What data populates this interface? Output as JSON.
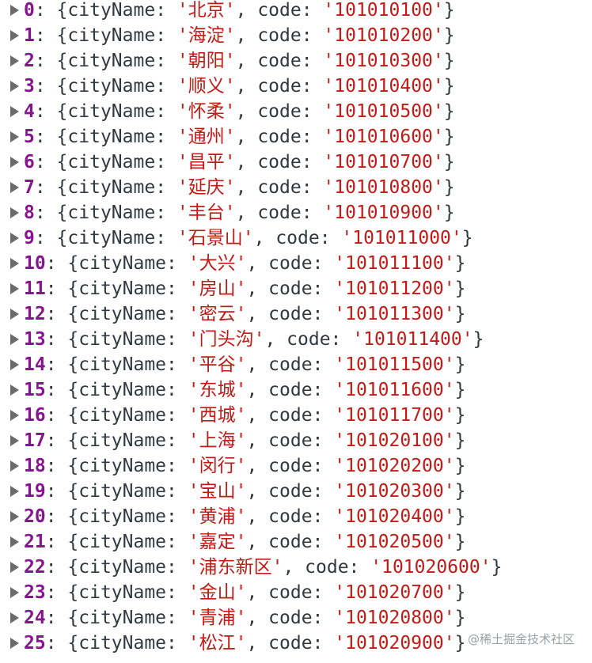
{
  "console": {
    "key_city": "cityName",
    "key_code": "code",
    "entries": [
      {
        "index": "0",
        "cityName": "北京",
        "code": "101010100"
      },
      {
        "index": "1",
        "cityName": "海淀",
        "code": "101010200"
      },
      {
        "index": "2",
        "cityName": "朝阳",
        "code": "101010300"
      },
      {
        "index": "3",
        "cityName": "顺义",
        "code": "101010400"
      },
      {
        "index": "4",
        "cityName": "怀柔",
        "code": "101010500"
      },
      {
        "index": "5",
        "cityName": "通州",
        "code": "101010600"
      },
      {
        "index": "6",
        "cityName": "昌平",
        "code": "101010700"
      },
      {
        "index": "7",
        "cityName": "延庆",
        "code": "101010800"
      },
      {
        "index": "8",
        "cityName": "丰台",
        "code": "101010900"
      },
      {
        "index": "9",
        "cityName": "石景山",
        "code": "101011000"
      },
      {
        "index": "10",
        "cityName": "大兴",
        "code": "101011100"
      },
      {
        "index": "11",
        "cityName": "房山",
        "code": "101011200"
      },
      {
        "index": "12",
        "cityName": "密云",
        "code": "101011300"
      },
      {
        "index": "13",
        "cityName": "门头沟",
        "code": "101011400"
      },
      {
        "index": "14",
        "cityName": "平谷",
        "code": "101011500"
      },
      {
        "index": "15",
        "cityName": "东城",
        "code": "101011600"
      },
      {
        "index": "16",
        "cityName": "西城",
        "code": "101011700"
      },
      {
        "index": "17",
        "cityName": "上海",
        "code": "101020100"
      },
      {
        "index": "18",
        "cityName": "闵行",
        "code": "101020200"
      },
      {
        "index": "19",
        "cityName": "宝山",
        "code": "101020300"
      },
      {
        "index": "20",
        "cityName": "黄浦",
        "code": "101020400"
      },
      {
        "index": "21",
        "cityName": "嘉定",
        "code": "101020500"
      },
      {
        "index": "22",
        "cityName": "浦东新区",
        "code": "101020600"
      },
      {
        "index": "23",
        "cityName": "金山",
        "code": "101020700"
      },
      {
        "index": "24",
        "cityName": "青浦",
        "code": "101020800"
      },
      {
        "index": "25",
        "cityName": "松江",
        "code": "101020900"
      }
    ]
  },
  "watermark": {
    "text": "@稀土掘金技术社区"
  },
  "colors": {
    "index": "#881391",
    "string": "#c41a16",
    "text": "#303942",
    "arrow": "#6b6b6b"
  }
}
